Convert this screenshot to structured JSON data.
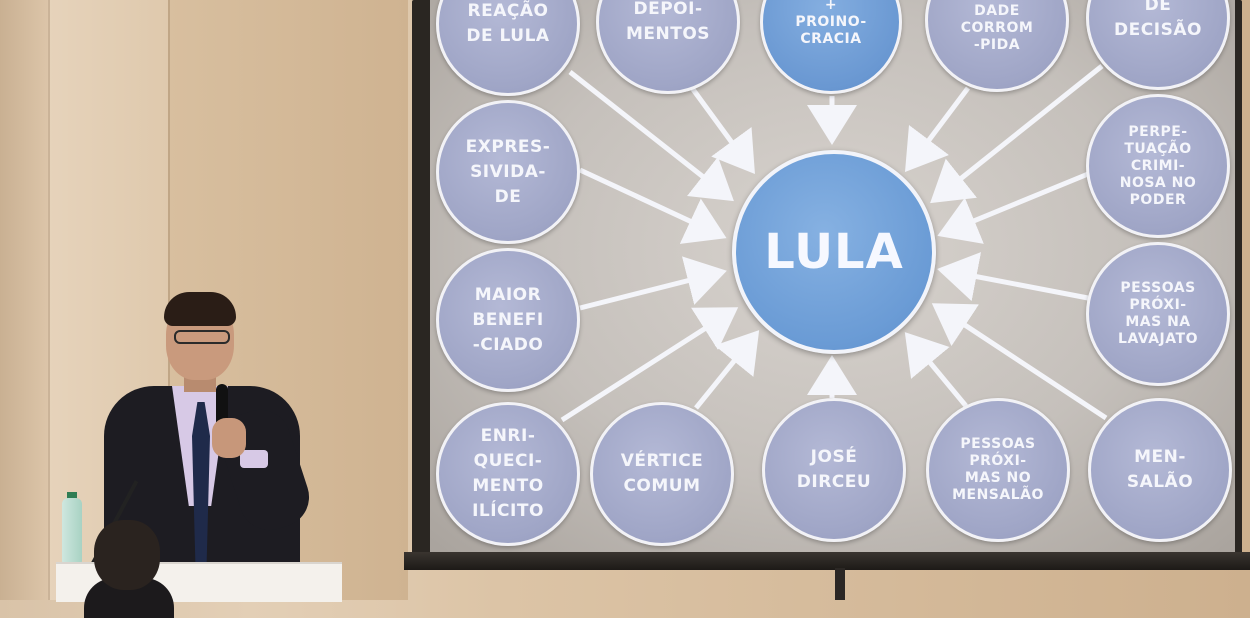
{
  "photo": {
    "center_node": "LULA",
    "nodes": [
      {
        "id": "reacao",
        "label": "REAÇÃO\nDE LULA"
      },
      {
        "id": "depoimentos",
        "label": "DEPOI-\nMENTOS"
      },
      {
        "id": "proinocracia",
        "label": "+\nPROINO-\nCRACIA"
      },
      {
        "id": "corrompida",
        "label": "…\nDADE\nCORROM\n-PIDA"
      },
      {
        "id": "decisao",
        "label": "DE\nDECISÃO"
      },
      {
        "id": "expressividade",
        "label": "EXPRES-\nSIVIDA-\nDE"
      },
      {
        "id": "perpetuacao",
        "label": "PERPE-\nTUAÇÃO\nCRIMI-\nNOSA NO\nPODER"
      },
      {
        "id": "maior-beneficiado",
        "label": "MAIOR\nBENEFI\n-CIADO"
      },
      {
        "id": "lavajato",
        "label": "PESSOAS\nPRÓXI-\nMAS NA\nLAVAJATO"
      },
      {
        "id": "enriquecimento",
        "label": "ENRI-\nQUECI-\nMENTO\nILÍCITO"
      },
      {
        "id": "vertice",
        "label": "VÉRTICE\nCOMUM"
      },
      {
        "id": "jose-dirceu",
        "label": "JOSÉ\nDIRCEU"
      },
      {
        "id": "mensalao-pessoas",
        "label": "PESSOAS\nPRÓXI-\nMAS NO\nMENSALÃO"
      },
      {
        "id": "mensalao",
        "label": "MEN-\nSALÃO"
      }
    ]
  },
  "colors": {
    "node_gray": "#a1a7c8",
    "node_blue": "#6a9bd5",
    "arrow": "#f4f5fa"
  }
}
